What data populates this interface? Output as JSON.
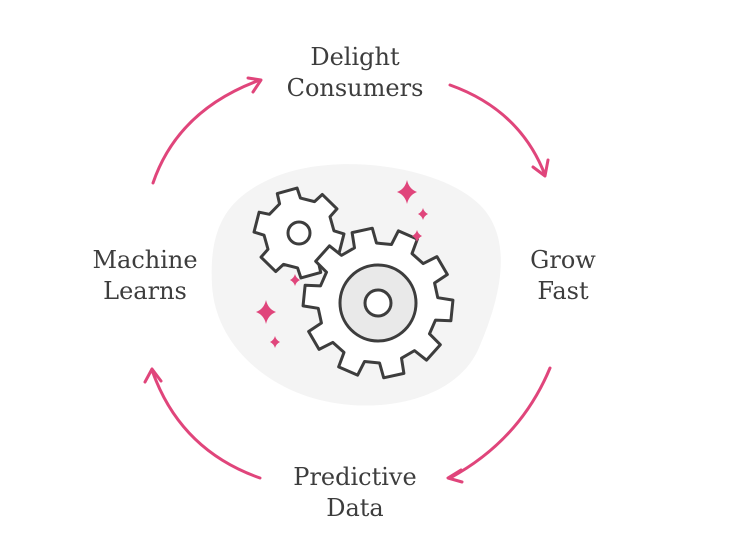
{
  "cycle": {
    "nodes": [
      {
        "id": "top",
        "lines": [
          "Delight",
          "Consumers"
        ]
      },
      {
        "id": "right",
        "lines": [
          "Grow",
          "Fast"
        ]
      },
      {
        "id": "bottom",
        "lines": [
          "Predictive",
          "Data"
        ]
      },
      {
        "id": "left",
        "lines": [
          "Machine",
          "Learns"
        ]
      }
    ]
  },
  "center": {
    "icon": "gears-icon",
    "decorations": "sparkle-icon"
  },
  "colors": {
    "accent": "#e0457b",
    "text": "#3d3d3d",
    "stroke": "#3d3d3d",
    "blob": "#f4f4f4",
    "gear_inner": "#e9e9e9"
  }
}
